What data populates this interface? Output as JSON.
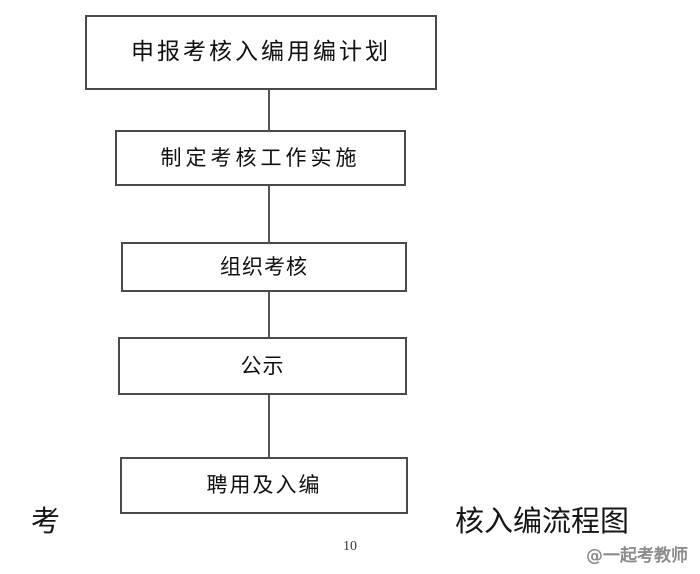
{
  "document": {
    "page_number": "10",
    "watermark": "@一起考教师",
    "caption_left": "考",
    "caption_right": "核入编流程图",
    "full_caption": "考核入编流程图"
  },
  "flowchart": {
    "type": "vertical-flow",
    "node_border_color": "#4a4a4a",
    "connector_color": "#555555",
    "background_color": "#ffffff",
    "text_color": "#101010",
    "nodes": [
      {
        "id": "node-1",
        "label": "申报考核入编用编计划"
      },
      {
        "id": "node-2",
        "label": "制定考核工作实施"
      },
      {
        "id": "node-3",
        "label": "组织考核"
      },
      {
        "id": "node-4",
        "label": "公示"
      },
      {
        "id": "node-5",
        "label": "聘用及入编"
      }
    ],
    "connectors": [
      {
        "id": "connector-1",
        "from": "node-1",
        "to": "node-2"
      },
      {
        "id": "connector-2",
        "from": "node-2",
        "to": "node-3"
      },
      {
        "id": "connector-3",
        "from": "node-3",
        "to": "node-4"
      },
      {
        "id": "connector-4",
        "from": "node-4",
        "to": "node-5"
      }
    ]
  }
}
